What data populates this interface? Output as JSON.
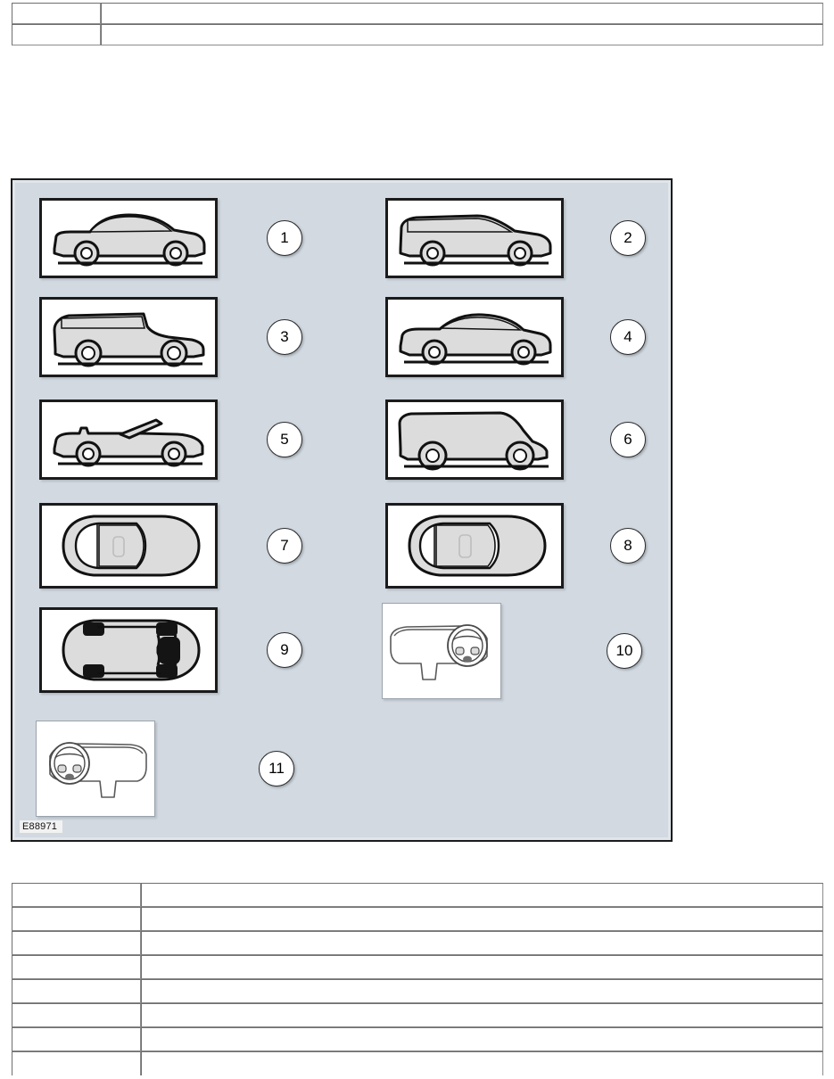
{
  "document": {
    "reference_label": "E88971",
    "panel_background": "#d2d9e1",
    "outline_color": "#1b1b1b",
    "vehicle_fill": "#dcdcdc"
  },
  "top_table": {
    "columns": 2,
    "rows": [
      {
        "col1": "",
        "col2": ""
      },
      {
        "col1": "",
        "col2": ""
      }
    ]
  },
  "bottom_table": {
    "columns": 2,
    "rows": [
      {
        "col1": "",
        "col2": ""
      },
      {
        "col1": "",
        "col2": ""
      },
      {
        "col1": "",
        "col2": ""
      },
      {
        "col1": "",
        "col2": ""
      },
      {
        "col1": "",
        "col2": ""
      },
      {
        "col1": "",
        "col2": ""
      },
      {
        "col1": "",
        "col2": ""
      },
      {
        "col1": "",
        "col2": ""
      }
    ]
  },
  "illustration": {
    "items": [
      {
        "number": "1",
        "icon": "sedan-side-view-icon",
        "description": "Saloon / sedan, side view"
      },
      {
        "number": "2",
        "icon": "estate-side-view-icon",
        "description": "Estate / wagon, side view"
      },
      {
        "number": "3",
        "icon": "suv-side-view-icon",
        "description": "Sport utility vehicle, side view"
      },
      {
        "number": "4",
        "icon": "coupe-side-view-icon",
        "description": "Coupe, side view"
      },
      {
        "number": "5",
        "icon": "convertible-side-view-icon",
        "description": "Convertible / cabriolet, side view"
      },
      {
        "number": "6",
        "icon": "van-side-view-icon",
        "description": "Van, side view"
      },
      {
        "number": "7",
        "icon": "car-top-view-icon",
        "description": "Car roof, plan view"
      },
      {
        "number": "8",
        "icon": "car-top-view-sunroof-icon",
        "description": "Car roof with panel, plan view"
      },
      {
        "number": "9",
        "icon": "car-underbody-view-icon",
        "description": "Vehicle underbody, plan view"
      },
      {
        "number": "10",
        "icon": "dashboard-rhd-icon",
        "description": "Instrument panel, right hand drive"
      },
      {
        "number": "11",
        "icon": "dashboard-lhd-icon",
        "description": "Instrument panel, left hand drive"
      }
    ]
  }
}
